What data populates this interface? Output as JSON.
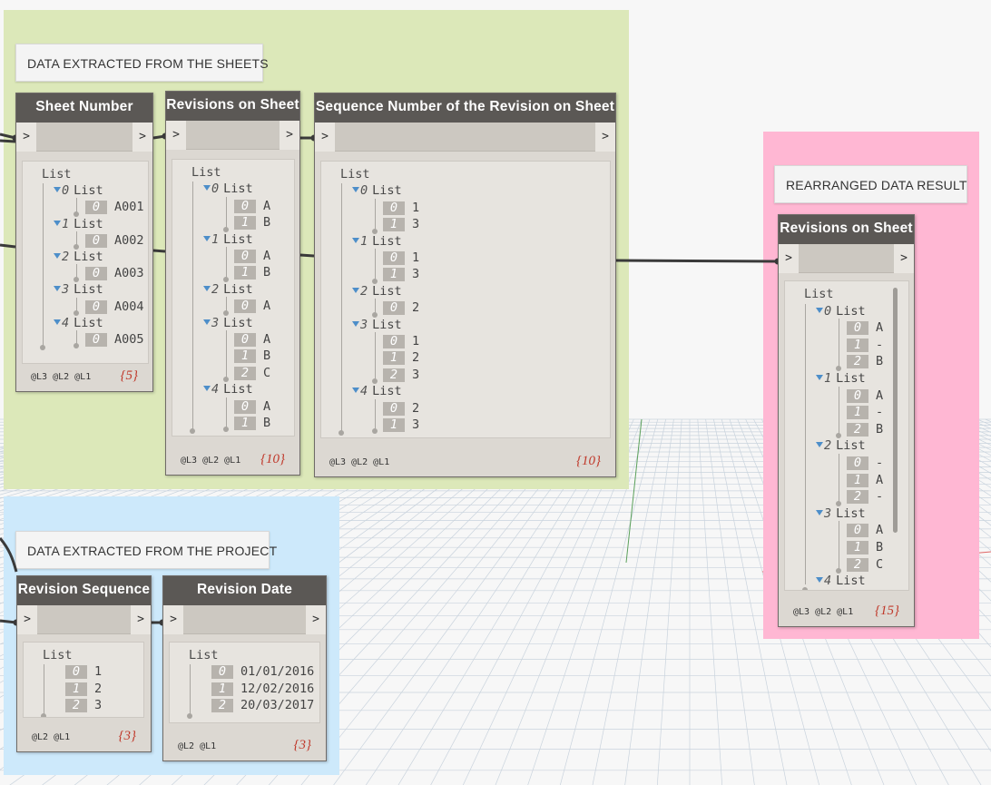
{
  "groups": {
    "sheets_label": "DATA EXTRACTED FROM THE SHEETS",
    "project_label": "DATA EXTRACTED FROM THE PROJECT",
    "result_label": "REARRANGED DATA RESULT",
    "colors": {
      "sheets": "#dce8b9",
      "project": "#cde9fb",
      "result": "#ffb7d3"
    }
  },
  "port_in": ">",
  "port_out": ">",
  "nodes": [
    {
      "id": "sheet-number",
      "title": "Sheet Number",
      "levels": "@L3 @L2 @L1",
      "count": "{5}",
      "tree": {
        "root": "List",
        "groups": [
          {
            "index": "0",
            "label": "List",
            "items": [
              {
                "i": "0",
                "v": "A001"
              }
            ]
          },
          {
            "index": "1",
            "label": "List",
            "items": [
              {
                "i": "0",
                "v": "A002"
              }
            ]
          },
          {
            "index": "2",
            "label": "List",
            "items": [
              {
                "i": "0",
                "v": "A003"
              }
            ]
          },
          {
            "index": "3",
            "label": "List",
            "items": [
              {
                "i": "0",
                "v": "A004"
              }
            ]
          },
          {
            "index": "4",
            "label": "List",
            "items": [
              {
                "i": "0",
                "v": "A005"
              }
            ]
          }
        ]
      }
    },
    {
      "id": "revisions-on-sheet",
      "title": "Revisions on Sheet",
      "levels": "@L3 @L2 @L1",
      "count": "{10}",
      "tree": {
        "root": "List",
        "groups": [
          {
            "index": "0",
            "label": "List",
            "items": [
              {
                "i": "0",
                "v": "A"
              },
              {
                "i": "1",
                "v": "B"
              }
            ]
          },
          {
            "index": "1",
            "label": "List",
            "items": [
              {
                "i": "0",
                "v": "A"
              },
              {
                "i": "1",
                "v": "B"
              }
            ]
          },
          {
            "index": "2",
            "label": "List",
            "items": [
              {
                "i": "0",
                "v": "A"
              }
            ]
          },
          {
            "index": "3",
            "label": "List",
            "items": [
              {
                "i": "0",
                "v": "A"
              },
              {
                "i": "1",
                "v": "B"
              },
              {
                "i": "2",
                "v": "C"
              }
            ]
          },
          {
            "index": "4",
            "label": "List",
            "items": [
              {
                "i": "0",
                "v": "A"
              },
              {
                "i": "1",
                "v": "B"
              }
            ]
          }
        ]
      }
    },
    {
      "id": "sequence-number",
      "title": "Sequence Number of the Revision on Sheet",
      "levels": "@L3 @L2 @L1",
      "count": "{10}",
      "tree": {
        "root": "List",
        "groups": [
          {
            "index": "0",
            "label": "List",
            "items": [
              {
                "i": "0",
                "v": "1"
              },
              {
                "i": "1",
                "v": "3"
              }
            ]
          },
          {
            "index": "1",
            "label": "List",
            "items": [
              {
                "i": "0",
                "v": "1"
              },
              {
                "i": "1",
                "v": "3"
              }
            ]
          },
          {
            "index": "2",
            "label": "List",
            "items": [
              {
                "i": "0",
                "v": "2"
              }
            ]
          },
          {
            "index": "3",
            "label": "List",
            "items": [
              {
                "i": "0",
                "v": "1"
              },
              {
                "i": "1",
                "v": "2"
              },
              {
                "i": "2",
                "v": "3"
              }
            ]
          },
          {
            "index": "4",
            "label": "List",
            "items": [
              {
                "i": "0",
                "v": "2"
              },
              {
                "i": "1",
                "v": "3"
              }
            ]
          }
        ]
      }
    },
    {
      "id": "result-revisions",
      "title": "Revisions on Sheet",
      "levels": "@L3 @L2 @L1",
      "count": "{15}",
      "tree": {
        "root": "List",
        "groups": [
          {
            "index": "0",
            "label": "List",
            "items": [
              {
                "i": "0",
                "v": "A"
              },
              {
                "i": "1",
                "v": "-"
              },
              {
                "i": "2",
                "v": "B"
              }
            ]
          },
          {
            "index": "1",
            "label": "List",
            "items": [
              {
                "i": "0",
                "v": "A"
              },
              {
                "i": "1",
                "v": "-"
              },
              {
                "i": "2",
                "v": "B"
              }
            ]
          },
          {
            "index": "2",
            "label": "List",
            "items": [
              {
                "i": "0",
                "v": "-"
              },
              {
                "i": "1",
                "v": "A"
              },
              {
                "i": "2",
                "v": "-"
              }
            ]
          },
          {
            "index": "3",
            "label": "List",
            "items": [
              {
                "i": "0",
                "v": "A"
              },
              {
                "i": "1",
                "v": "B"
              },
              {
                "i": "2",
                "v": "C"
              }
            ]
          },
          {
            "index": "4",
            "label": "List",
            "items": []
          }
        ]
      }
    },
    {
      "id": "revision-sequence",
      "title": "Revision Sequence",
      "levels": "@L2 @L1",
      "count": "{3}",
      "tree": {
        "root": "List",
        "items": [
          {
            "i": "0",
            "v": "1"
          },
          {
            "i": "1",
            "v": "2"
          },
          {
            "i": "2",
            "v": "3"
          }
        ]
      }
    },
    {
      "id": "revision-date",
      "title": "Revision Date",
      "levels": "@L2 @L1",
      "count": "{3}",
      "tree": {
        "root": "List",
        "items": [
          {
            "i": "0",
            "v": "01/01/2016"
          },
          {
            "i": "1",
            "v": "12/02/2016"
          },
          {
            "i": "2",
            "v": "20/03/2017"
          }
        ]
      }
    }
  ]
}
